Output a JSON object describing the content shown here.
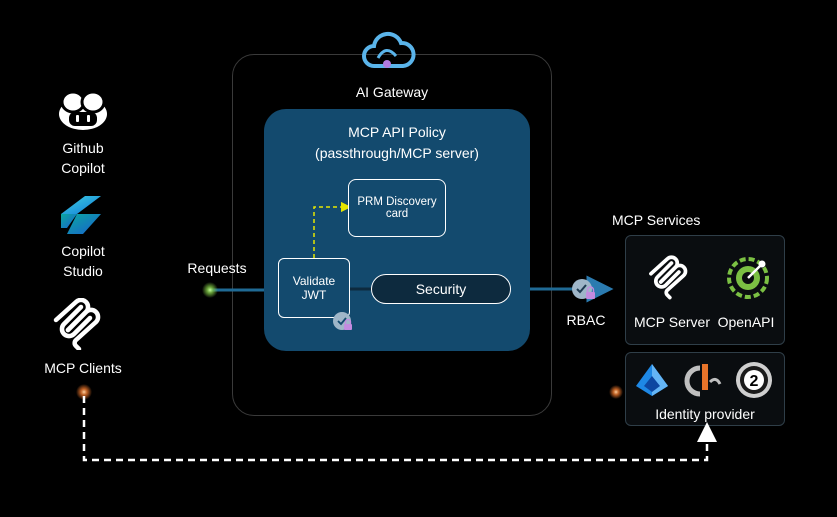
{
  "gateway": {
    "label": "AI Gateway",
    "icon": "cloud-icon"
  },
  "policy": {
    "title_line1": "MCP API Policy",
    "title_line2": "(passthrough/MCP server)",
    "prm_line1": "PRM Discovery",
    "prm_line2": "card",
    "validate_line1": "Validate",
    "validate_line2": "JWT",
    "security_label": "Security"
  },
  "clients": [
    {
      "line1": "Github",
      "line2": "Copilot",
      "icon": "github-copilot-icon"
    },
    {
      "line1": "Copilot",
      "line2": "Studio",
      "icon": "copilot-studio-icon"
    },
    {
      "line1": "MCP Clients",
      "line2": "",
      "icon": "mcp-icon"
    }
  ],
  "flow": {
    "requests_label": "Requests",
    "rbac_label": "RBAC"
  },
  "services": {
    "title": "MCP Services",
    "mcp_server_label": "MCP Server",
    "openapi_label": "OpenAPI"
  },
  "identity": {
    "label": "Identity provider",
    "icons": [
      "azure-entra-icon",
      "okta-icon",
      "auth0-icon"
    ]
  },
  "colors": {
    "background": "#000000",
    "policy_fill": "#134a6e",
    "flow_line": "#1f6a95",
    "discovery_arrow": "#e6e600",
    "accent_green": "#7bc043",
    "accent_orange": "#e8742a"
  }
}
